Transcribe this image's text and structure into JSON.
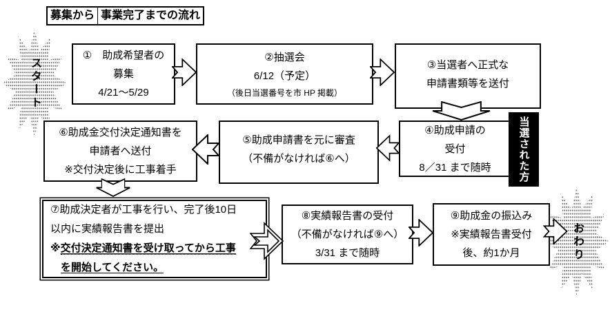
{
  "title": {
    "part1": "募集から",
    "part2": "事業完了までの流れ"
  },
  "start": {
    "label": "スタート"
  },
  "end": {
    "label": "おわり"
  },
  "winner_tag": {
    "label": "当選された方"
  },
  "steps": {
    "s1": {
      "line1": "①　助成希望者の",
      "line2": "募集",
      "line3": "4/21～5/29"
    },
    "s2": {
      "line1": "②抽選会",
      "line2": "6/12（予定）",
      "line3": "（後日当選番号を市 HP 掲載）"
    },
    "s3": {
      "line1": "③当選者へ正式な",
      "line2": "申請書類等を送付"
    },
    "s4": {
      "line1": "④助成申請の",
      "line2": "受付",
      "line3": "8／31 まで随時"
    },
    "s5": {
      "line1": "⑤助成申請書を元に審査",
      "line2": "（不備がなければ⑥へ）"
    },
    "s6": {
      "line1": "⑥助成金交付決定通知書を",
      "line2": "申請者へ送付",
      "line3": "※交付決定後に工事着手"
    },
    "s7": {
      "line1": "⑦助成決定者が工事を行い、完了後10日",
      "line2": "以内に実績報告書を提出",
      "warn_prefix": "※",
      "warn1": "交付決定通知書を受け取ってから工事",
      "warn2": "を開始してください。"
    },
    "s8": {
      "line1": "⑧実績報告書の受付",
      "line2": "（不備がなければ⑨へ）",
      "line3": "3/31 まで随時"
    },
    "s9": {
      "line1": "⑨助成金の振込み",
      "line2": "※実績報告書受付",
      "line3": "後、約1か月"
    }
  },
  "colors": {
    "ink": "#000000",
    "paper": "#ffffff",
    "halftone": "#4a4a4a"
  }
}
